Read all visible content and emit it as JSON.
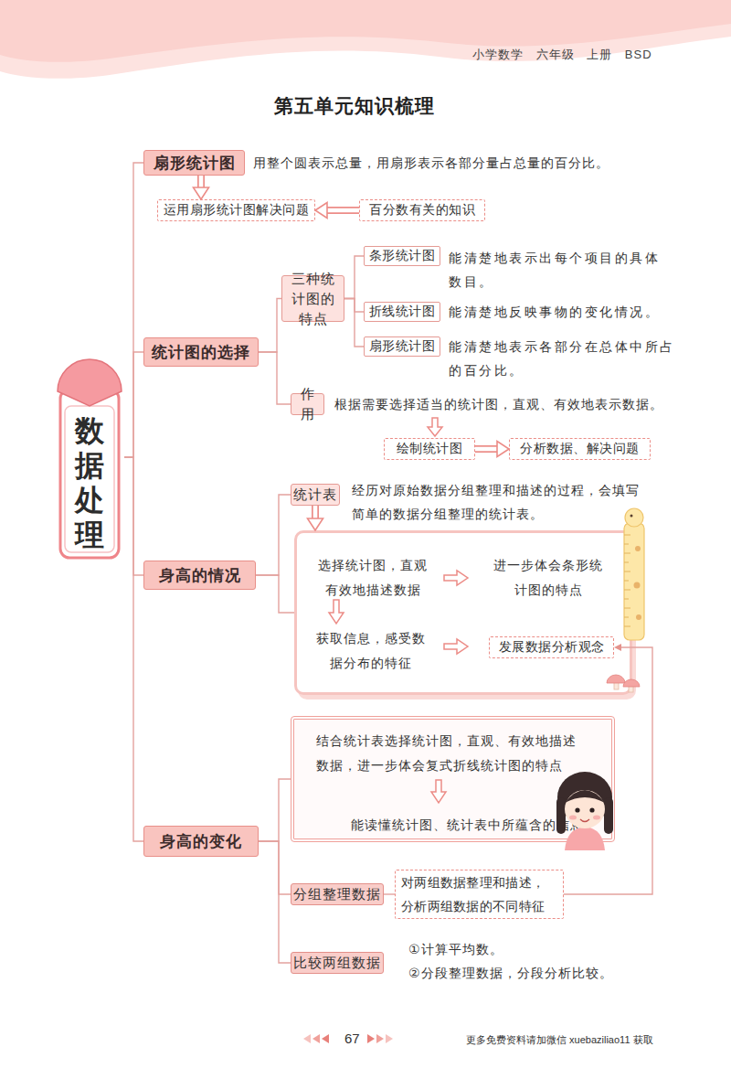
{
  "diagram": {
    "title": "第五单元知识梳理",
    "nodes": [
      {
        "text": [
          "数据处理"
        ]
      },
      {
        "text": [
          "扇形统计图"
        ]
      },
      {
        "text": [
          "运用扇形统计图解决问题"
        ]
      },
      {
        "text": [
          "百分数有关的知识"
        ]
      },
      {
        "text": [
          "统计图的选择"
        ]
      },
      {
        "text": [
          "三种统计图的特点"
        ]
      },
      {
        "text": [
          "条形统计图"
        ]
      },
      {
        "text": [
          "折线统计图"
        ]
      },
      {
        "text": [
          "扇形统计图"
        ]
      },
      {
        "text": [
          "作用"
        ]
      },
      {
        "text": [
          "绘制统计图"
        ]
      },
      {
        "text": [
          "分析数据、解决问题"
        ]
      },
      {
        "text": [
          "身高的情况"
        ]
      },
      {
        "text": [
          "统计表"
        ]
      },
      {
        "text": [
          "选择统计图，直观有效地描述数据",
          "进一步体会条形统计图的特点",
          "获取信息，感受数据分布的特征"
        ]
      },
      {
        "text": [
          "发展数据分析观念"
        ],
        "in": 14
      },
      {
        "text": [
          "身高的变化"
        ]
      },
      {
        "text": [
          "结合统计表选择统计图，直观、有效地描述数据，进一步体会复式折线统计图的特点",
          "能读懂统计图、统计表中所蕴含的信息"
        ]
      },
      {
        "text": [
          "分组整理数据"
        ]
      },
      {
        "text": [
          "对两组数据整理和描述，分析两组数据的不同特征"
        ]
      },
      {
        "text": [
          "比较两组数据"
        ]
      }
    ],
    "edges": [
      {
        "from": 0,
        "to": 1,
        "arrow": "none"
      },
      {
        "from": 0,
        "to": 4,
        "arrow": "none"
      },
      {
        "from": 0,
        "to": 12,
        "arrow": "none"
      },
      {
        "from": 0,
        "to": 16,
        "arrow": "none"
      },
      {
        "from": 1,
        "to": 2,
        "arrow": "to"
      },
      {
        "from": 3,
        "to": 2,
        "arrow": "to"
      },
      {
        "from": 4,
        "to": 5,
        "arrow": "none"
      },
      {
        "from": 4,
        "to": 9,
        "arrow": "none"
      },
      {
        "from": 5,
        "to": 6,
        "arrow": "none"
      },
      {
        "from": 5,
        "to": 7,
        "arrow": "none"
      },
      {
        "from": 5,
        "to": 8,
        "arrow": "none"
      },
      {
        "from": 10,
        "to": 11,
        "arrow": "to"
      },
      {
        "from": 12,
        "to": 13,
        "arrow": "none"
      },
      {
        "from": 12,
        "to": 14,
        "arrow": "none"
      },
      {
        "from": 13,
        "to": 14,
        "arrow": "to"
      },
      {
        "from": 16,
        "to": 17,
        "arrow": "none"
      },
      {
        "from": 16,
        "to": 18,
        "arrow": "none"
      },
      {
        "from": 16,
        "to": 20,
        "arrow": "none"
      },
      {
        "from": 18,
        "to": 19,
        "arrow": "none"
      },
      {
        "from": 19,
        "to": 15,
        "arrow": "to"
      }
    ],
    "labels": [
      "小学数学 六年级 上册 BSD",
      "用整个圆表示总量，用扇形表示各部分量占总量的百分比。",
      "能清楚地表示出每个项目的具体数目。",
      "能清楚地反映事物的变化情况。",
      "能清楚地表示各部分在总体中所占的百分比。",
      "根据需要选择适当的统计图，直观、有效地表示数据。",
      "经历对原始数据分组整理和描述的过程，会填写简单的数据分组整理的统计表。",
      "①计算平均数。",
      "②分段整理数据，分段分析比较。",
      "67",
      "更多免费资料请加微信 xuebaziliao11 获取"
    ]
  }
}
